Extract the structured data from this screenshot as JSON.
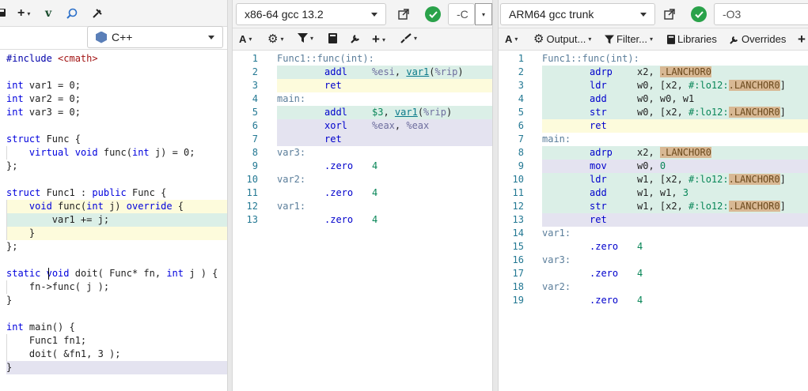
{
  "source": {
    "language": "C++",
    "lines": [
      "#include <cmath>",
      "",
      "int var1 = 0;",
      "int var2 = 0;",
      "int var3 = 0;",
      "",
      "struct Func {",
      "    virtual void func(int j) = 0;",
      "};",
      "",
      "struct Func1 : public Func {",
      "    void func(int j) override {",
      "        var1 += j;",
      "    }",
      "};",
      "",
      "static void doit( Func* fn, int j ) {",
      "    fn->func( j );",
      "}",
      "",
      "int main() {",
      "    Func1 fn1;",
      "    doit( &fn1, 3 );",
      "}"
    ]
  },
  "x86": {
    "compiler": "x86-64 gcc 13.2",
    "options": "-C",
    "lines": [
      {
        "n": "1",
        "label": "Func1::func(int):"
      },
      {
        "n": "2",
        "mn": "addl",
        "ops": "%esi, var1(%rip)"
      },
      {
        "n": "3",
        "mn": "ret"
      },
      {
        "n": "4",
        "label": "main:"
      },
      {
        "n": "5",
        "mn": "addl",
        "ops": "$3, var1(%rip)"
      },
      {
        "n": "6",
        "mn": "xorl",
        "ops": "%eax, %eax"
      },
      {
        "n": "7",
        "mn": "ret"
      },
      {
        "n": "8",
        "label": "var3:"
      },
      {
        "n": "9",
        "mn": ".zero",
        "ops": "4"
      },
      {
        "n": "10",
        "label": "var2:"
      },
      {
        "n": "11",
        "mn": ".zero",
        "ops": "4"
      },
      {
        "n": "12",
        "label": "var1:"
      },
      {
        "n": "13",
        "mn": ".zero",
        "ops": "4"
      }
    ]
  },
  "arm": {
    "compiler": "ARM64 gcc trunk",
    "options": "-O3",
    "lines": [
      {
        "n": "1",
        "label": "Func1::func(int):"
      },
      {
        "n": "2",
        "mn": "adrp",
        "ops": "x2, .LANCHOR0"
      },
      {
        "n": "3",
        "mn": "ldr",
        "ops": "w0, [x2, #:lo12:.LANCHOR0]"
      },
      {
        "n": "4",
        "mn": "add",
        "ops": "w0, w0, w1"
      },
      {
        "n": "5",
        "mn": "str",
        "ops": "w0, [x2, #:lo12:.LANCHOR0]"
      },
      {
        "n": "6",
        "mn": "ret"
      },
      {
        "n": "7",
        "label": "main:"
      },
      {
        "n": "8",
        "mn": "adrp",
        "ops": "x2, .LANCHOR0"
      },
      {
        "n": "9",
        "mn": "mov",
        "ops": "w0, 0"
      },
      {
        "n": "10",
        "mn": "ldr",
        "ops": "w1, [x2, #:lo12:.LANCHOR0]"
      },
      {
        "n": "11",
        "mn": "add",
        "ops": "w1, w1, 3"
      },
      {
        "n": "12",
        "mn": "str",
        "ops": "w1, [x2, #:lo12:.LANCHOR0]"
      },
      {
        "n": "13",
        "mn": "ret"
      },
      {
        "n": "14",
        "label": "var1:"
      },
      {
        "n": "15",
        "mn": ".zero",
        "ops": "4"
      },
      {
        "n": "16",
        "label": "var3:"
      },
      {
        "n": "17",
        "mn": ".zero",
        "ops": "4"
      },
      {
        "n": "18",
        "label": "var2:"
      },
      {
        "n": "19",
        "mn": ".zero",
        "ops": "4"
      }
    ]
  },
  "toolbar": {
    "output_label": "Output...",
    "filter_label": "Filter...",
    "libraries_label": "Libraries",
    "overrides_label": "Overrides"
  },
  "colors": {
    "hl_green": "#dbefe7",
    "hl_yellow": "#fdfbdc",
    "hl_lavender": "#e4e3f0"
  }
}
